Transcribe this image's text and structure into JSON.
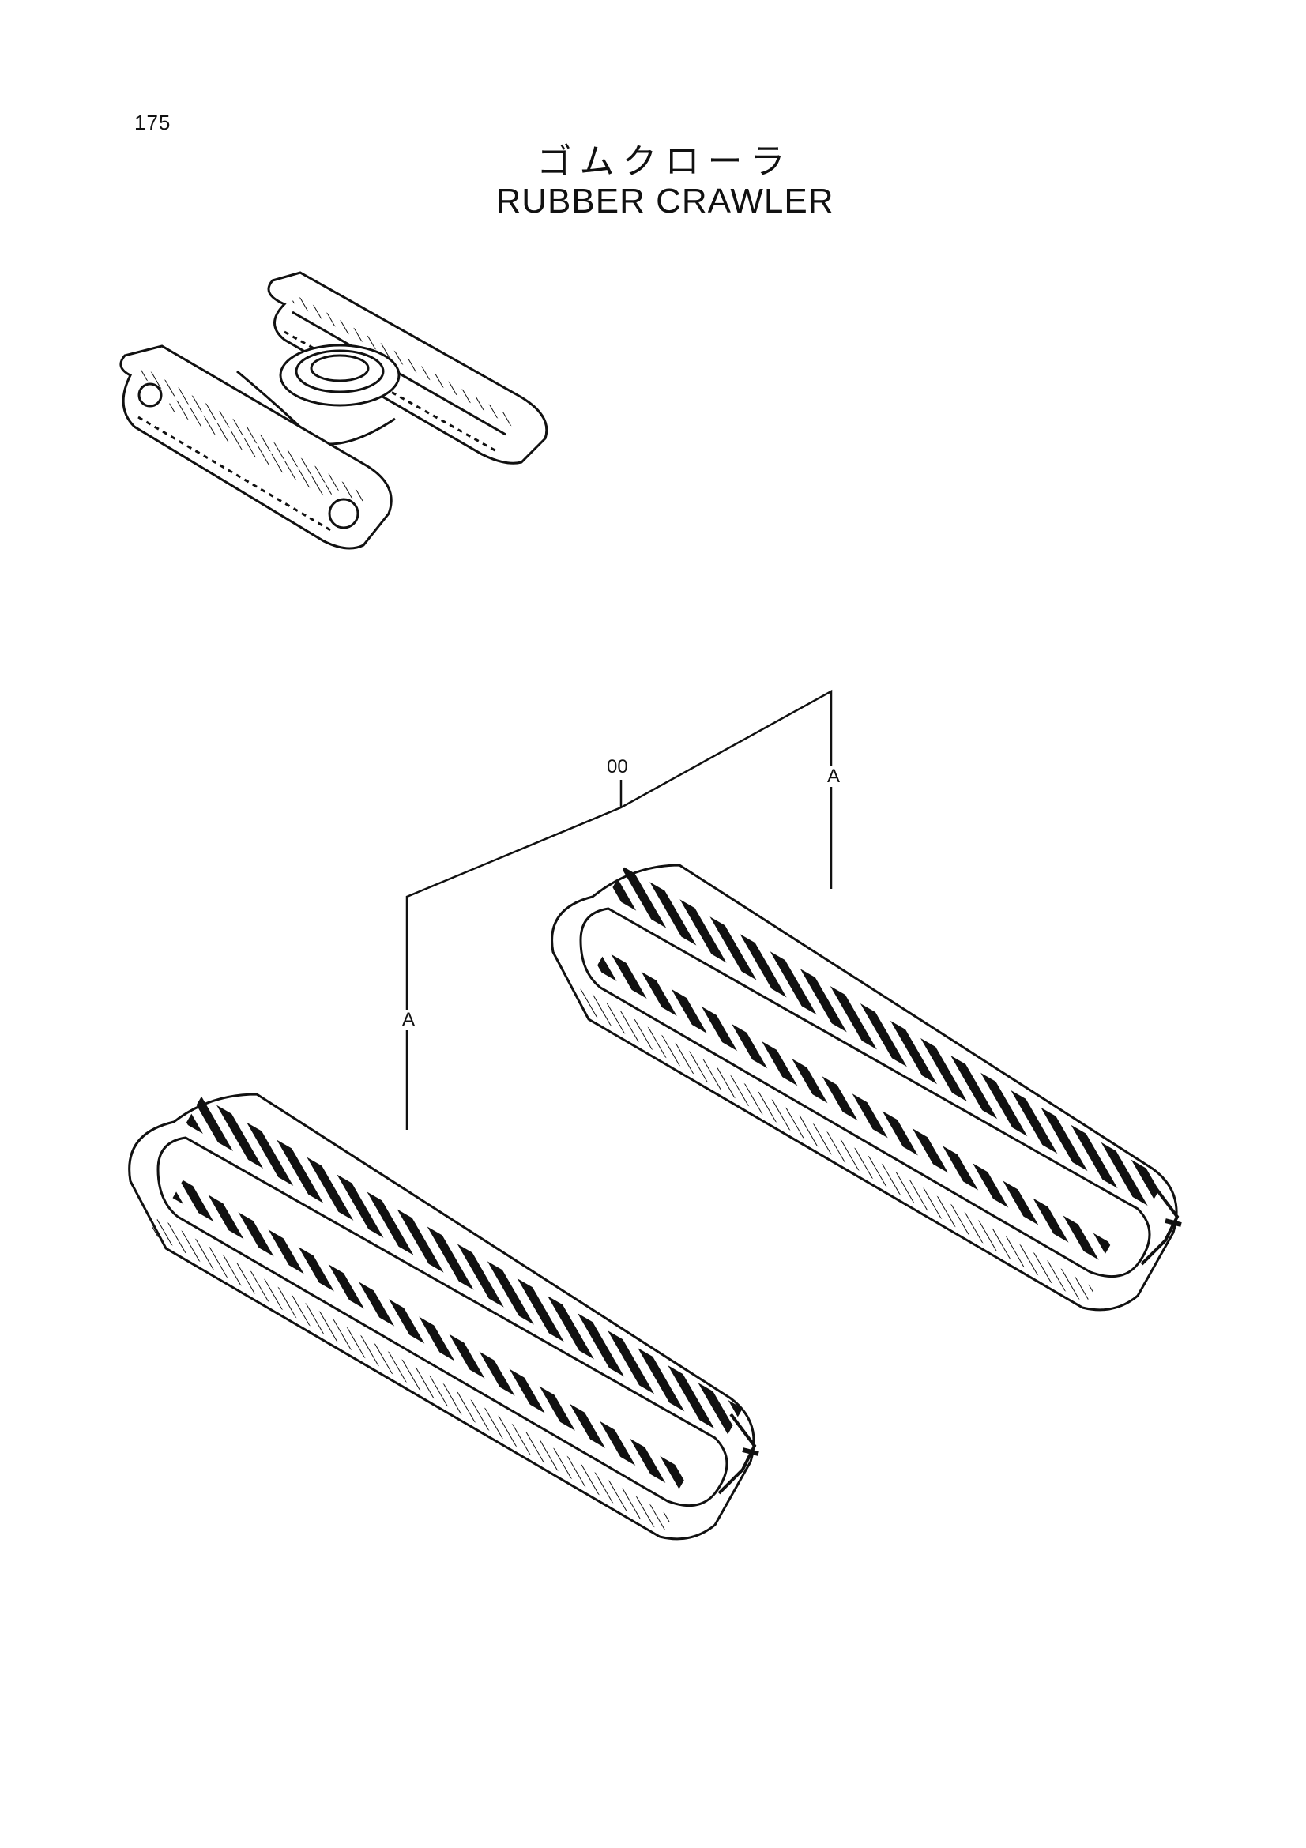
{
  "page_number": "175",
  "title_ja": "ゴムクローラ",
  "title_en": "RUBBER CRAWLER",
  "callouts": {
    "assembly_ref": "00",
    "part_a_right": "A",
    "part_a_left": "A"
  },
  "colors": {
    "ink": "#111111",
    "paper": "#ffffff"
  }
}
